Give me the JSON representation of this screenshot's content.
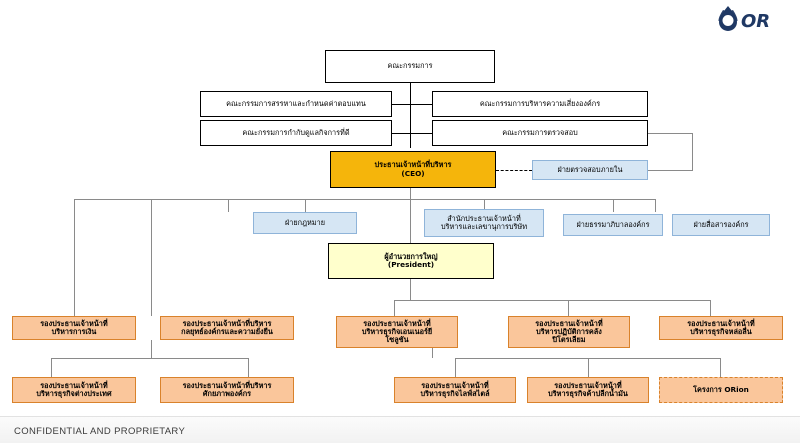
{
  "document": {
    "footer_note": "CONFIDENTIAL AND PROPRIETARY",
    "logo_text": "OR",
    "logo_name": "or-ptt-logo"
  },
  "colors": {
    "ceo_fill": "#F5B50B",
    "president_fill": "#FFFFCC",
    "department_fill": "#D6E6F4",
    "department_border": "#8FB4D9",
    "vp_fill": "#FAC69B",
    "vp_border": "#D9822B",
    "box_border": "#000000",
    "connector": "#8A8A8A"
  },
  "chart_data": {
    "type": "diagram",
    "title": "Organization Structure Chart",
    "nodes": [
      {
        "id": "board",
        "label": "คณะกรรมการ",
        "style": "white",
        "level": 0
      },
      {
        "id": "nomination",
        "label": "คณะกรรมการสรรหาและกำหนดค่าตอบแทน",
        "style": "white",
        "level": 1
      },
      {
        "id": "risk",
        "label": "คณะกรรมการบริหารความเสี่ยงองค์กร",
        "style": "white",
        "level": 1
      },
      {
        "id": "governance",
        "label": "คณะกรรมการกำกับดูแลกิจการที่ดี",
        "style": "white",
        "level": 1
      },
      {
        "id": "audit-committee",
        "label": "คณะกรรมการตรวจสอบ",
        "style": "white",
        "level": 1
      },
      {
        "id": "ceo",
        "label": "ประธานเจ้าหน้าที่บริหาร\n(CEO)",
        "style": "ceo",
        "level": 2
      },
      {
        "id": "internal-audit",
        "label": "ฝ่ายตรวจสอบภายใน",
        "style": "department",
        "level": 2
      },
      {
        "id": "legal",
        "label": "ฝ่ายกฎหมาย",
        "style": "department",
        "level": 3
      },
      {
        "id": "ceo-office",
        "label": "สำนักประธานเจ้าหน้าที่\nบริหารและเลขานุการบริษัท",
        "style": "department",
        "level": 3
      },
      {
        "id": "governance-dept",
        "label": "ฝ่ายธรรมาภิบาลองค์กร",
        "style": "department",
        "level": 3
      },
      {
        "id": "communication",
        "label": "ฝ่ายสื่อสารองค์กร",
        "style": "department",
        "level": 3
      },
      {
        "id": "president",
        "label": "ผู้อำนวยการใหญ่\n(President)",
        "style": "president",
        "level": 4
      },
      {
        "id": "vp-finance",
        "label": "รองประธานเจ้าหน้าที่\nบริหารการเงิน",
        "style": "vp",
        "level": 5
      },
      {
        "id": "vp-strategy",
        "label": "รองประธานเจ้าหน้าที่บริหาร\nกลยุทธ์องค์กรและความยั่งยืน",
        "style": "vp",
        "level": 5
      },
      {
        "id": "vp-energy",
        "label": "รองประธานเจ้าหน้าที่\nบริหารธุรกิจเอนเนอร์ยี\nโซลูชัน",
        "style": "vp",
        "level": 5
      },
      {
        "id": "vp-petroleum",
        "label": "รองประธานเจ้าหน้าที่\nบริหารปฏิบัติการคลัง\nปิโตรเลียม",
        "style": "vp",
        "level": 5
      },
      {
        "id": "vp-lubricant",
        "label": "รองประธานเจ้าหน้าที่\nบริหารธุรกิจหล่อลื่น",
        "style": "vp",
        "level": 5
      },
      {
        "id": "vp-international",
        "label": "รองประธานเจ้าหน้าที่\nบริหารธุรกิจต่างประเทศ",
        "style": "vp",
        "level": 6
      },
      {
        "id": "vp-capability",
        "label": "รองประธานเจ้าหน้าที่บริหาร\nศักยภาพองค์กร",
        "style": "vp",
        "level": 6
      },
      {
        "id": "vp-lifestyle",
        "label": "รองประธานเจ้าหน้าที่\nบริหารธุรกิจไลฟ์สไตล์",
        "style": "vp",
        "level": 6
      },
      {
        "id": "vp-retail-oil",
        "label": "รองประธานเจ้าหน้าที่\nบริหารธุรกิจค้าปลีกน้ำมัน",
        "style": "vp",
        "level": 6
      },
      {
        "id": "orion-project",
        "label": "โครงการ ORion",
        "style": "vp-dashed",
        "level": 6
      }
    ],
    "edges": [
      {
        "from": "board",
        "to": "nomination",
        "type": "solid"
      },
      {
        "from": "board",
        "to": "risk",
        "type": "solid"
      },
      {
        "from": "board",
        "to": "governance",
        "type": "solid"
      },
      {
        "from": "board",
        "to": "audit-committee",
        "type": "solid"
      },
      {
        "from": "board",
        "to": "ceo",
        "type": "solid"
      },
      {
        "from": "audit-committee",
        "to": "internal-audit",
        "type": "solid"
      },
      {
        "from": "ceo",
        "to": "internal-audit",
        "type": "dashed"
      },
      {
        "from": "ceo",
        "to": "legal",
        "type": "solid"
      },
      {
        "from": "ceo",
        "to": "ceo-office",
        "type": "solid"
      },
      {
        "from": "ceo",
        "to": "governance-dept",
        "type": "solid"
      },
      {
        "from": "ceo",
        "to": "communication",
        "type": "solid"
      },
      {
        "from": "ceo",
        "to": "president",
        "type": "solid"
      },
      {
        "from": "ceo",
        "to": "vp-finance",
        "type": "solid"
      },
      {
        "from": "ceo",
        "to": "vp-strategy",
        "type": "solid"
      },
      {
        "from": "vp-strategy",
        "to": "vp-international",
        "type": "solid"
      },
      {
        "from": "vp-strategy",
        "to": "vp-capability",
        "type": "solid"
      },
      {
        "from": "president",
        "to": "vp-energy",
        "type": "solid"
      },
      {
        "from": "president",
        "to": "vp-petroleum",
        "type": "solid"
      },
      {
        "from": "president",
        "to": "vp-lubricant",
        "type": "solid"
      },
      {
        "from": "vp-energy",
        "to": "vp-lifestyle",
        "type": "solid"
      },
      {
        "from": "vp-energy",
        "to": "vp-retail-oil",
        "type": "solid"
      },
      {
        "from": "vp-energy",
        "to": "orion-project",
        "type": "solid"
      }
    ]
  }
}
